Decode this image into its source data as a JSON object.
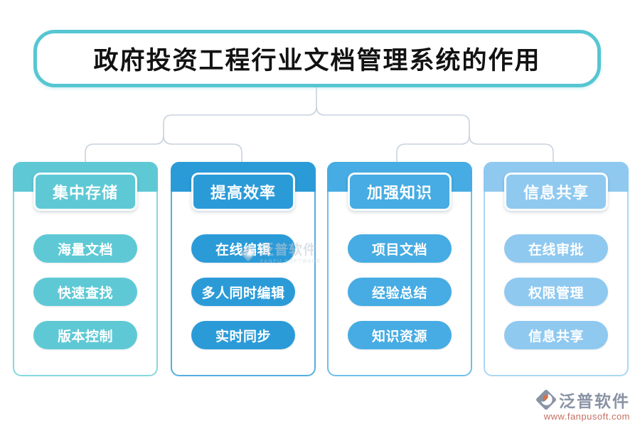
{
  "title": "政府投资工程行业文档管理系统的作用",
  "columns": [
    {
      "header": "集中存储",
      "items": [
        "海量文档",
        "快速查找",
        "版本控制"
      ],
      "color": "#5EC9D5"
    },
    {
      "header": "提高效率",
      "items": [
        "在线编辑",
        "多人同时编辑",
        "实时同步"
      ],
      "color": "#2B9BD8"
    },
    {
      "header": "加强知识",
      "items": [
        "项目文档",
        "经验总结",
        "知识资源"
      ],
      "color": "#46ACE3"
    },
    {
      "header": "信息共享",
      "items": [
        "在线审批",
        "权限管理",
        "信息共享"
      ],
      "color": "#8FC9F0"
    }
  ],
  "watermark": {
    "text": "泛普软件",
    "subtext": "FANPU SOFTWARE"
  },
  "footer": {
    "brand": "泛普软件",
    "url": "www.fanpusoft.com"
  },
  "colors": {
    "title_border": "#56C6D2",
    "connector_line": "#C8D2DD",
    "brand_text": "#8A93A4",
    "brand_url": "#C47062"
  }
}
